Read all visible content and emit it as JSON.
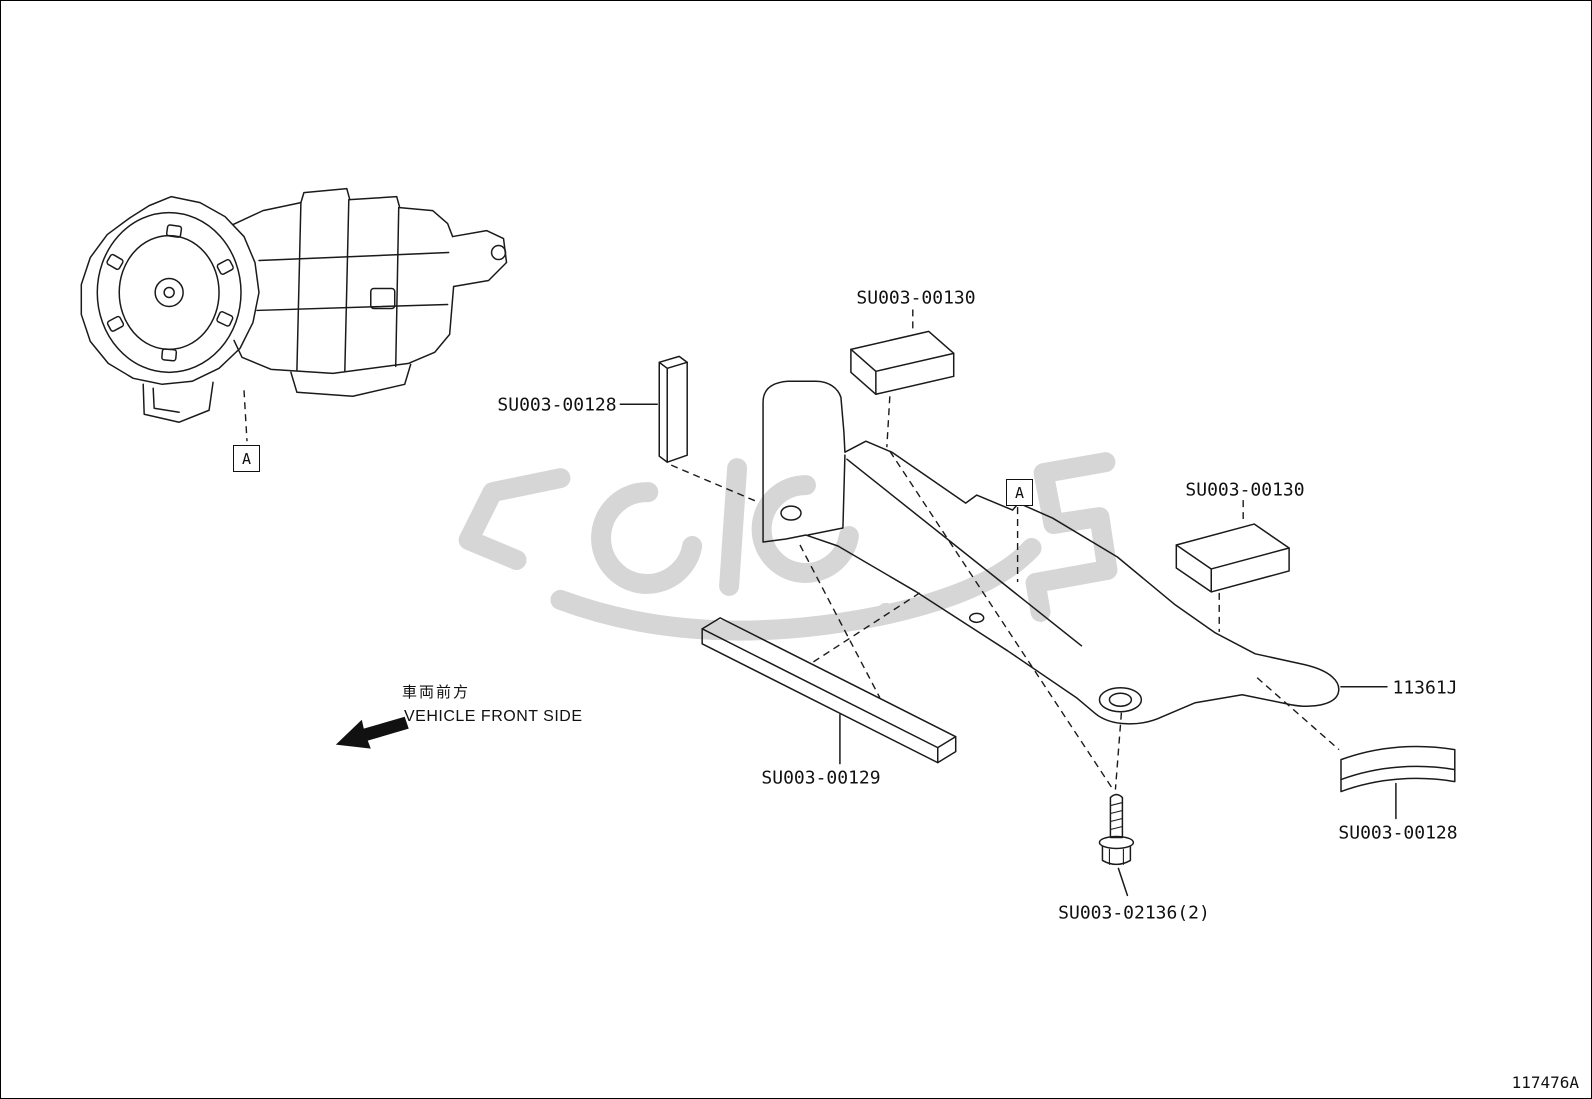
{
  "diagram": {
    "drawing_number": "117476A",
    "callouts": {
      "a_left": "A",
      "a_center": "A"
    },
    "labels": {
      "su003_00130_top": "SU003-00130",
      "su003_00128_left": "SU003-00128",
      "su003_00130_right": "SU003-00130",
      "part_11361j": "11361J",
      "su003_00129": "SU003-00129",
      "su003_00128_right": "SU003-00128",
      "su003_02136": "SU003-02136(2)"
    },
    "direction": {
      "jp": "車両前方",
      "en": "VEHICLE FRONT SIDE"
    },
    "colors": {
      "line": "#1a1a1a",
      "watermark": "#d6d6d6",
      "background": "#ffffff"
    }
  }
}
